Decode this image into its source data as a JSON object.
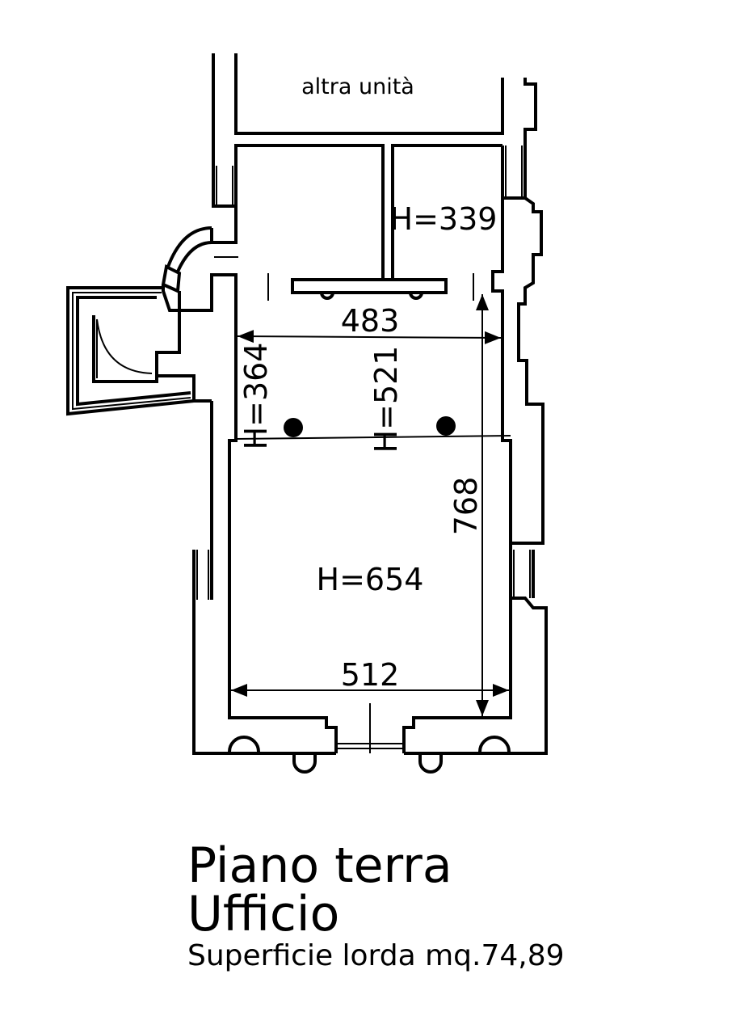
{
  "plan": {
    "neighbor_label": "altra unità",
    "dimensions": {
      "width_top": "483",
      "width_bottom": "512",
      "length": "768"
    },
    "heights": {
      "room_small": "H=339",
      "left": "H=364",
      "center": "H=521",
      "main": "H=654"
    }
  },
  "title": {
    "floor": "Piano terra",
    "use": "Ufficio",
    "area": "Superficie lorda mq.74,89"
  }
}
